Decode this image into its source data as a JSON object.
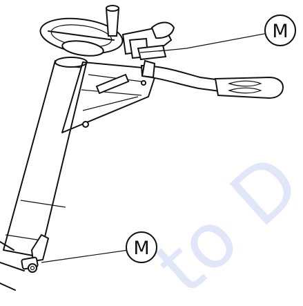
{
  "diagram": {
    "callouts": [
      {
        "id": "callout-top",
        "label": "M"
      },
      {
        "id": "callout-bottom",
        "label": "M"
      }
    ],
    "watermark": {
      "text": "to D"
    }
  },
  "colors": {
    "ink": "#111111",
    "background": "#ffffff",
    "watermark": "#c9d3f5"
  }
}
